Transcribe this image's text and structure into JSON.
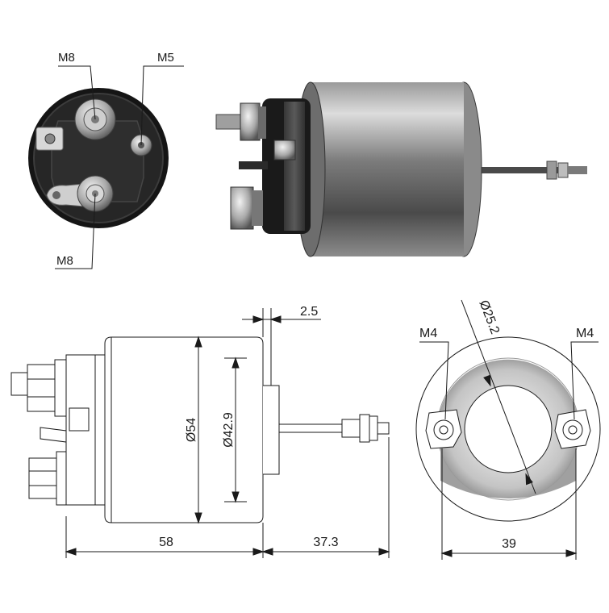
{
  "photo_labels": {
    "top_left": "M8",
    "top_right": "M5",
    "bottom": "M8"
  },
  "dimensions": {
    "gap": "2.5",
    "body_dia": "Ø54",
    "inner_dia": "Ø42.9",
    "length": "58",
    "plunger_length": "37.3",
    "bore_dia": "Ø25.2",
    "terminal_left": "M4",
    "terminal_right": "M4",
    "terminal_spacing": "39"
  },
  "colors": {
    "line": "#1a1a1a",
    "metal_dark": "#3a3a3a",
    "metal_mid": "#8a8a8a",
    "metal_light": "#d6d6d6",
    "insulator": "#1c1c1c"
  }
}
